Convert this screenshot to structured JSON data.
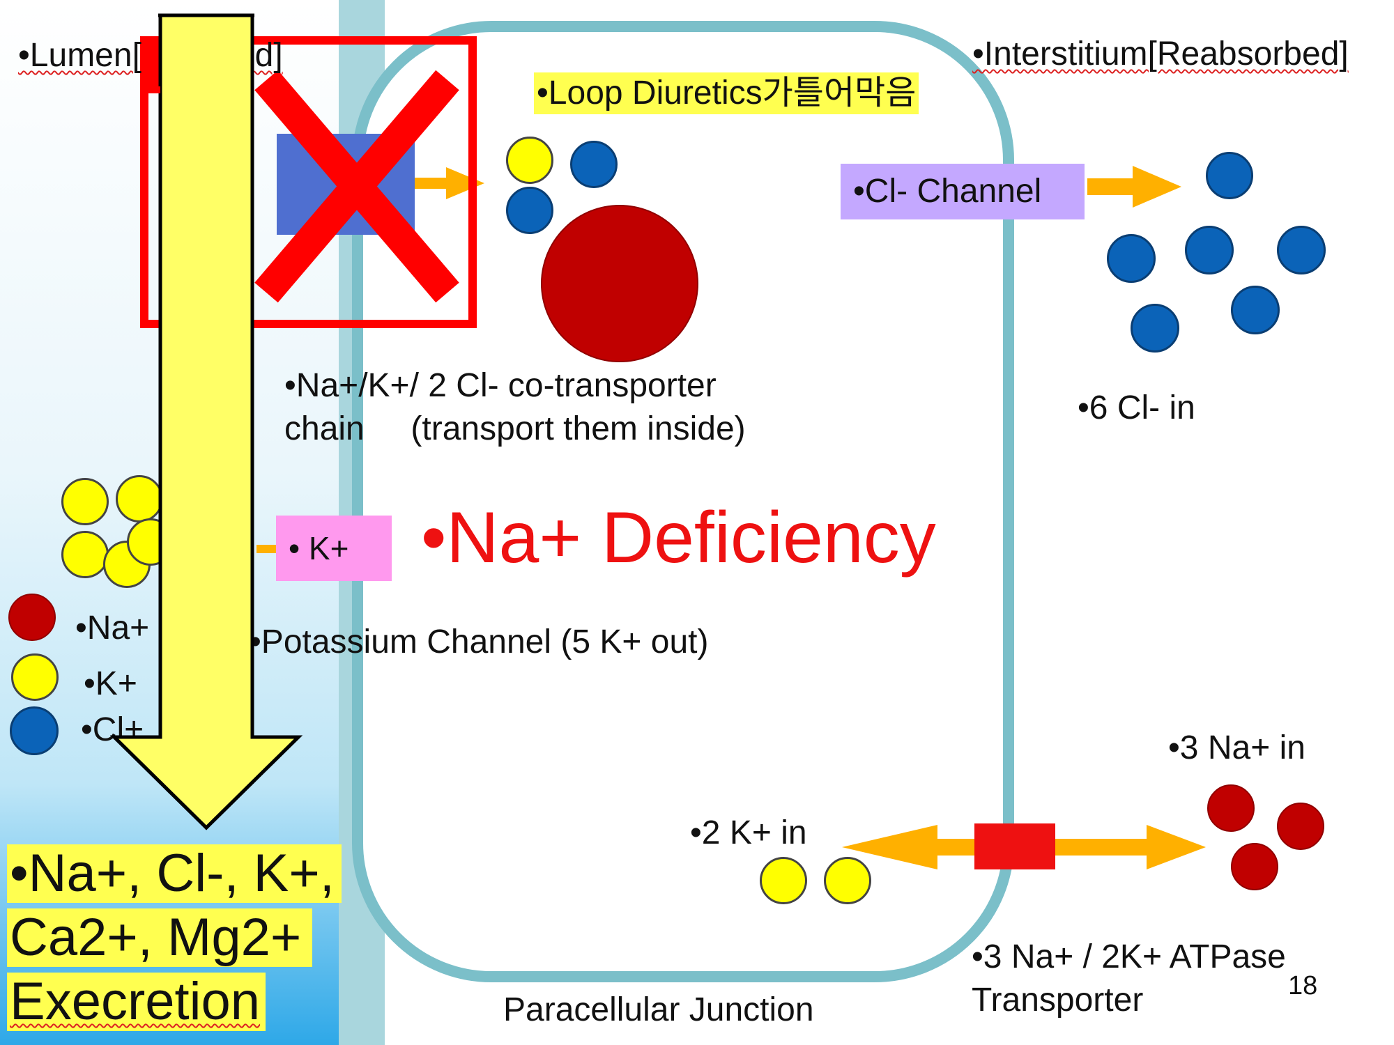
{
  "labels": {
    "lumen": "•Lumen[Excreted]",
    "interstitium": "•Interstitium[Reabsorbed]",
    "loop_diuretics": "•Loop Diuretics가틀어막음",
    "cl_channel": "•Cl- Channel",
    "six_cl_in": "•6 Cl- in",
    "cotransporter_line1": "•Na+/K+/ 2 Cl- co-transporter",
    "cotransporter_line2": "chain     (transport them inside)",
    "k_box": "• K+",
    "na_deficiency": "•Na+ Deficiency",
    "potassium_channel": "•Potassium Channel (5 K+ out)",
    "legend_na": "•Na+",
    "legend_k": "•K+",
    "legend_cl": "•Cl+",
    "three_na_in": "•3 Na+ in",
    "two_k_in": "•2 K+ in",
    "atpase_line1": "•3 Na+ / 2K+ ATPase",
    "atpase_line2": "Transporter",
    "paracellular": "Paracellular Junction",
    "page_number": "18",
    "excretion_line1": "•Na+, Cl-, K+,",
    "excretion_line2": "Ca2+, Mg2+",
    "excretion_line3": "Execretion"
  },
  "colors": {
    "na": "#c00000",
    "k": "#ffff00",
    "cl": "#0b63b8",
    "arrow": "#ffb000",
    "block_x": "#ff0000",
    "cotransporter": "#4f6fd0",
    "cl_channel_box": "#c4a8ff",
    "k_box": "#ff99ee",
    "atpase": "#ee1111",
    "na_deficiency_text": "#ee1111",
    "big_arrow": "#ffff66"
  }
}
